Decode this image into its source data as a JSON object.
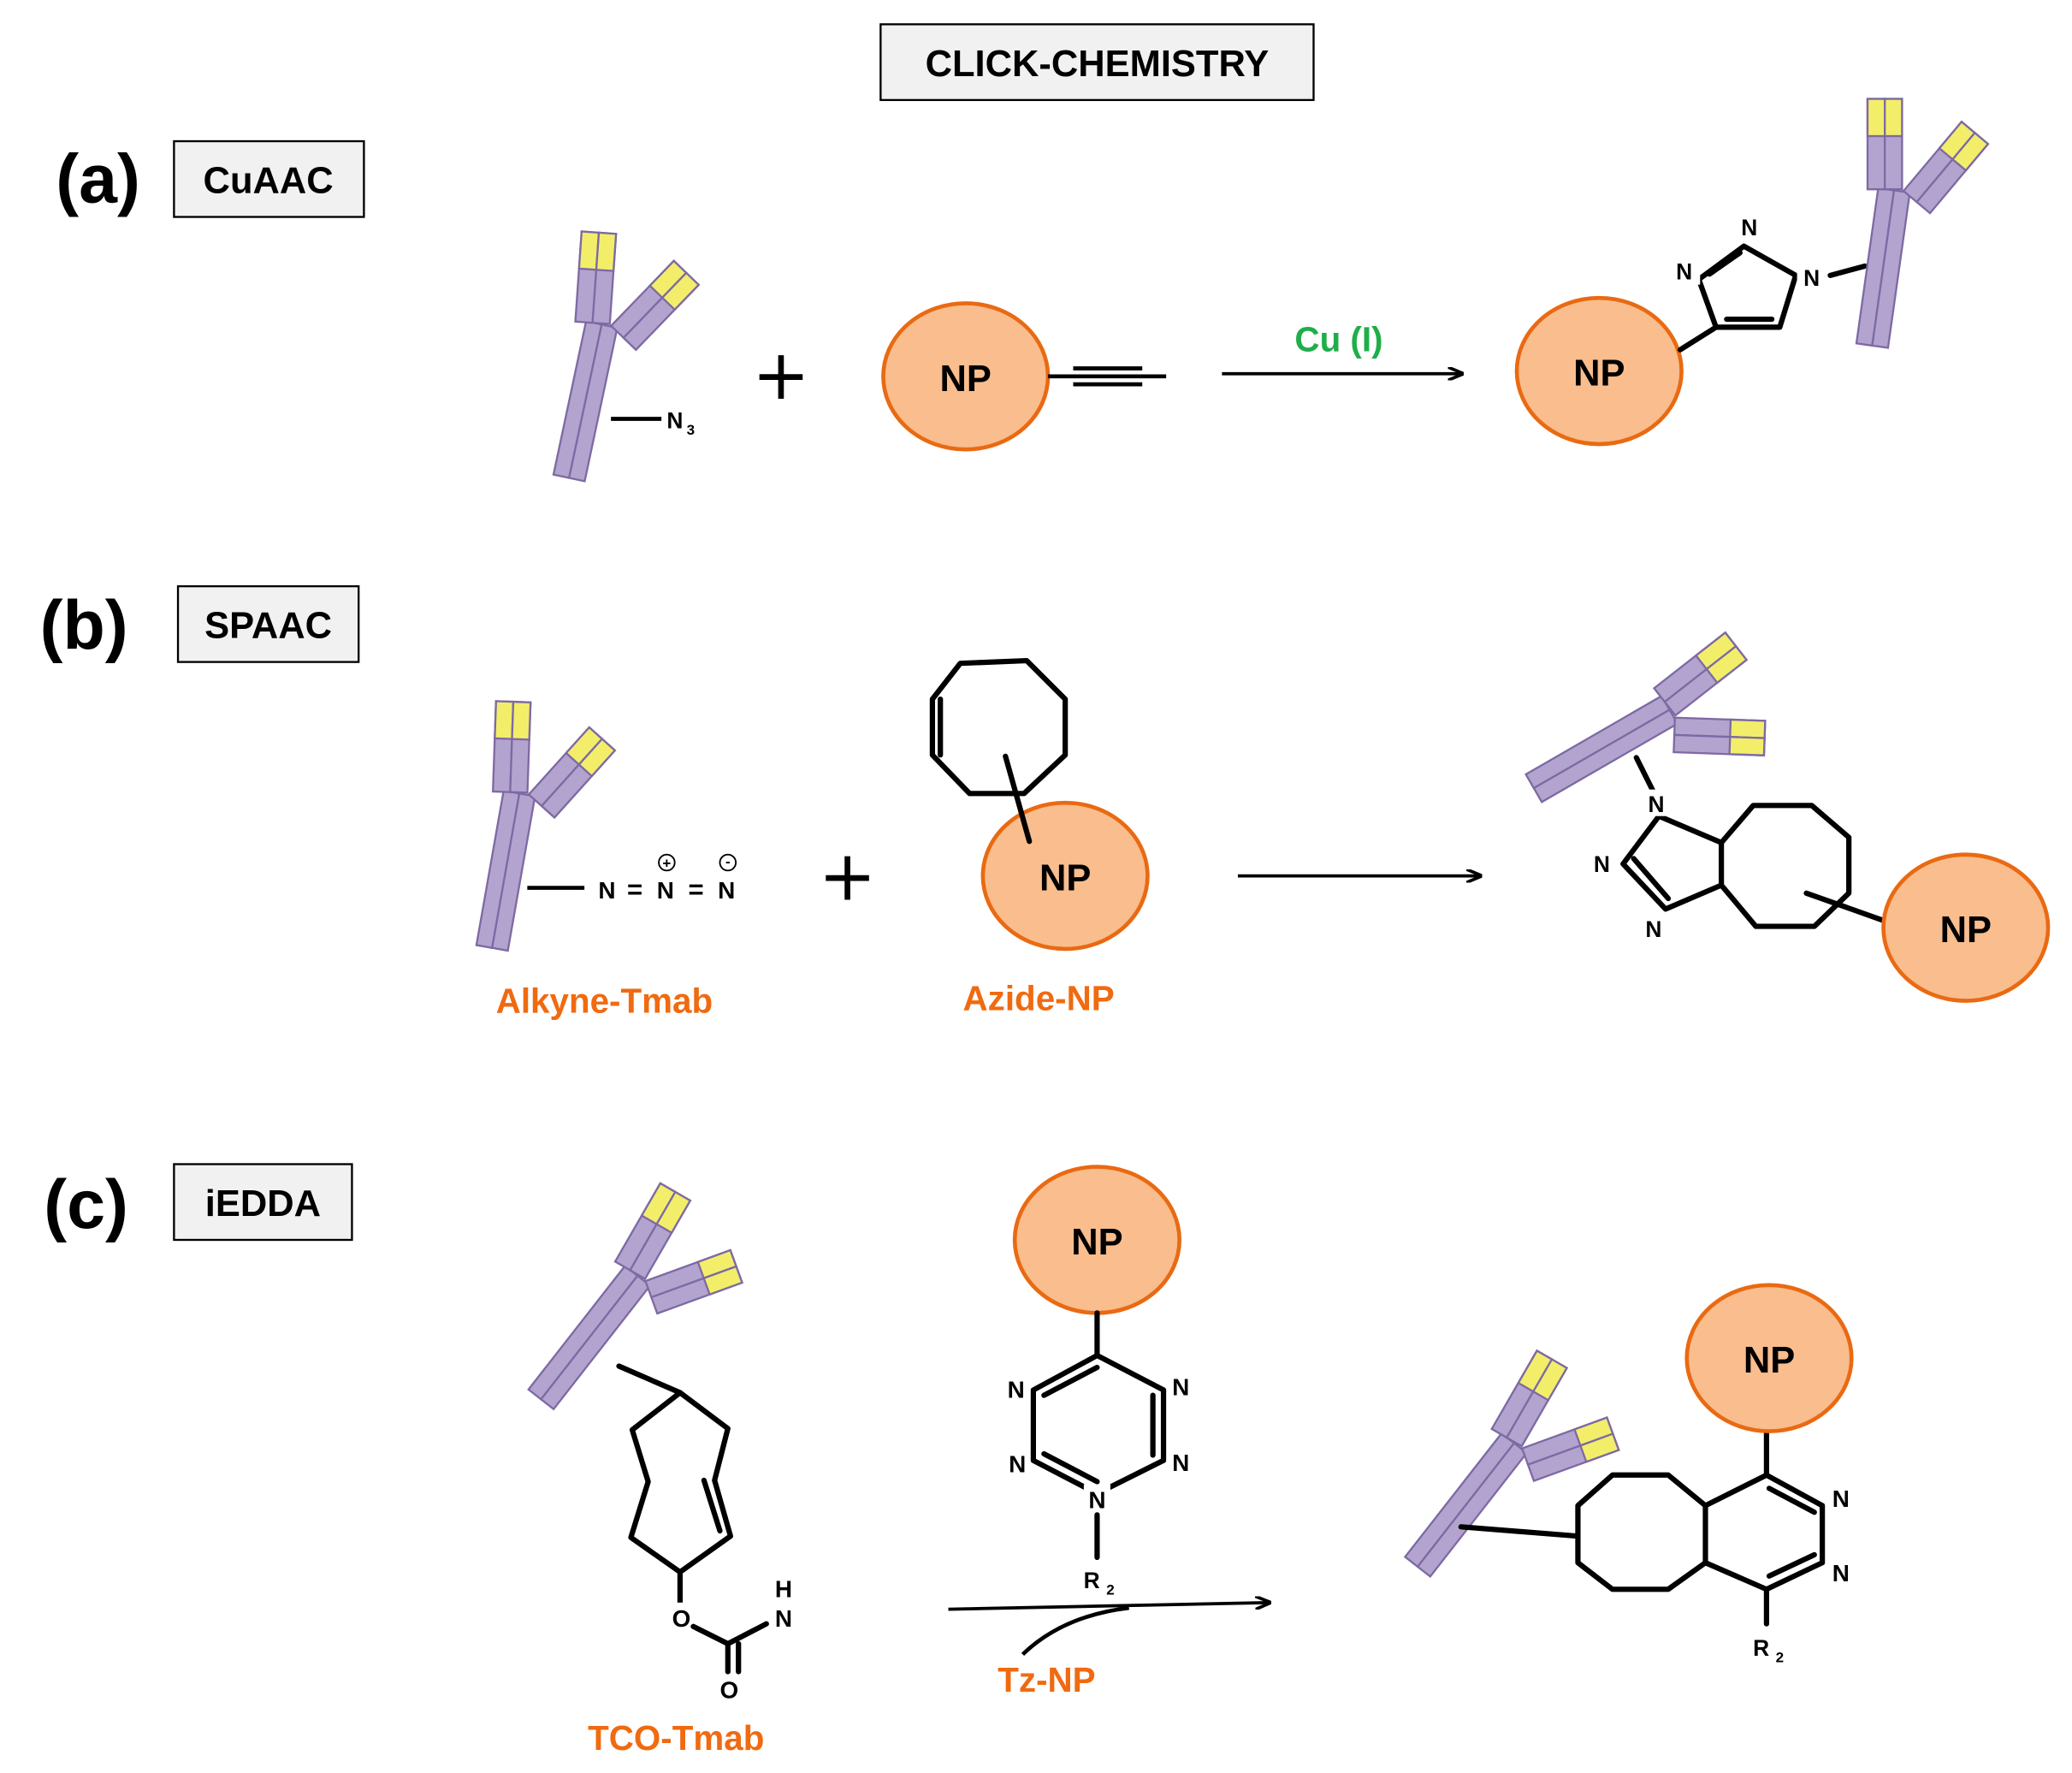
{
  "title": "CLICK-CHEMISTRY",
  "colors": {
    "np_fill": "#f9bd8e",
    "np_stroke": "#e96a12",
    "antibody_fill": "#b3a4cf",
    "antibody_stroke": "#7d6aa3",
    "antibody_tip": "#f3ee6a",
    "caption_orange": "#f06a10",
    "catalyst_green": "#1fae4a",
    "label_box_fill": "#f1f1f1"
  },
  "icons": [
    "antibody-icon",
    "nanoparticle-icon",
    "reaction-arrow-icon",
    "plus-icon"
  ],
  "panels": {
    "a": {
      "letter": "(a)",
      "method": "CuAAC",
      "np": "NP",
      "azide_label": "N",
      "azide_sub": "3",
      "catalyst": "Cu (I)",
      "plus": "+",
      "atom_n": "N"
    },
    "b": {
      "letter": "(b)",
      "method": "SPAAC",
      "np": "NP",
      "atom_n": "N",
      "eq": "=",
      "plus_charge": "+",
      "minus_charge": "-",
      "plus": "+",
      "reactant1_caption": "Alkyne-Tmab",
      "reactant2_caption": "Azide-NP"
    },
    "c": {
      "letter": "(c)",
      "method": "iEDDA",
      "np": "NP",
      "atom_n": "N",
      "atom_o": "O",
      "atom_h": "H",
      "r_group": "R",
      "r_sub": "2",
      "reactant1_caption": "TCO-Tmab",
      "arrow_caption": "Tz-NP"
    }
  }
}
